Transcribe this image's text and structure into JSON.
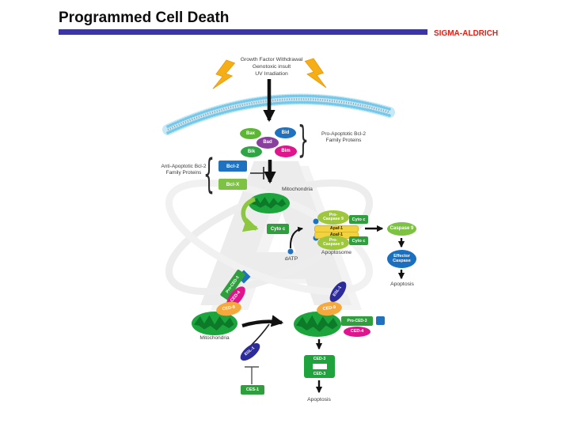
{
  "header": {
    "title": "Programmed Cell Death",
    "brand": "SIGMA-ALDRICH"
  },
  "pathway": {
    "stimuli": "Growth Factor Withdrawal\nGenotoxic insult\nUV Irradiation",
    "pro_apoptotic_group": "Pro-Apoptotic Bcl-2\nFamily Proteins",
    "anti_apoptotic_group": "Anti-Apoptotic Bcl-2\nFamily Proteins",
    "proteins": {
      "bax": "Bax",
      "bid": "Bid",
      "bad": "Bad",
      "bik": "Bik",
      "bim": "Bim",
      "bcl2": "Bcl-2",
      "bclx": "Bcl-X",
      "cytoc": "Cyto c",
      "pro_caspase9": "Pro-\nCaspase 9",
      "apaf1": "Apaf-1",
      "caspase9": "Caspase 9",
      "effector_caspase": "Effector\nCaspase",
      "ced9": "CED-9",
      "ced4": "CED-4",
      "pro_ced3": "Pro-CED-3",
      "ced3": "CED-3",
      "egl1": "EGL-1",
      "ces1": "CES-1"
    },
    "labels": {
      "mitochondria": "Mitochondria",
      "apoptosome": "Apoptosome",
      "datp": "dATP",
      "apoptosis": "Apoptosis"
    }
  },
  "glyphs": {
    "brace_left": "{",
    "brace_right": "}"
  },
  "colors": {
    "accent_bar": "#3a35ae",
    "brand_red": "#e02014",
    "membrane_blue": "#a8daf0",
    "green_protein": "#5db535",
    "blue_protein": "#1e72c0",
    "purple_protein": "#8a3f9e",
    "magenta_protein": "#e0148c",
    "mitochondria_green": "#1ca53c",
    "crista_green": "#0c7a29",
    "apaf_yellow": "#f2d23e",
    "procaspase_green": "#9ec73d",
    "caspase_green": "#7dc243",
    "effector_blue": "#1a6fc0",
    "ced9_orange": "#f5a93d",
    "egl1_navy": "#2b2b9c",
    "bolt_yellow": "#f6ae17"
  }
}
